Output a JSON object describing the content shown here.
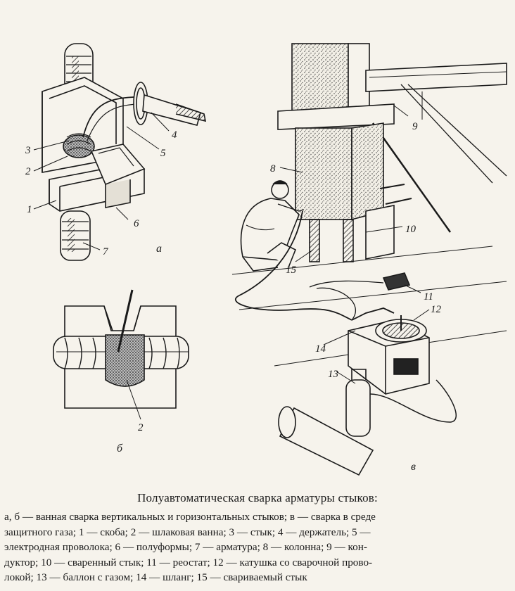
{
  "figure": {
    "panel_labels": {
      "a": "а",
      "b": "б",
      "v": "в"
    },
    "numbers": {
      "n1": "1",
      "n2": "2",
      "n3": "3",
      "n4": "4",
      "n5": "5",
      "n6": "6",
      "n7": "7",
      "n2b": "2",
      "n8": "8",
      "n9": "9",
      "n10": "10",
      "n11": "11",
      "n12": "12",
      "n13": "13",
      "n14": "14",
      "n15": "15"
    }
  },
  "caption": {
    "title": "Полуавтоматическая сварка арматуры стыков:",
    "lines": [
      "а, б — ванная сварка вертикальных и горизонтальных стыков; в — сварка в среде",
      "защитного газа; 1 — скоба; 2 — шлаковая ванна; 3 — стык; 4 — держатель; 5 —",
      "электродная проволока; 6 — полуформы; 7 — арматура; 8 — колонна; 9 — кон-",
      "дуктор; 10 — сваренный стык; 11 — реостат; 12 — катушка со сварочной прово-",
      "локой; 13 — баллон с газом; 14 — шланг; 15 — свариваемый стык"
    ]
  }
}
